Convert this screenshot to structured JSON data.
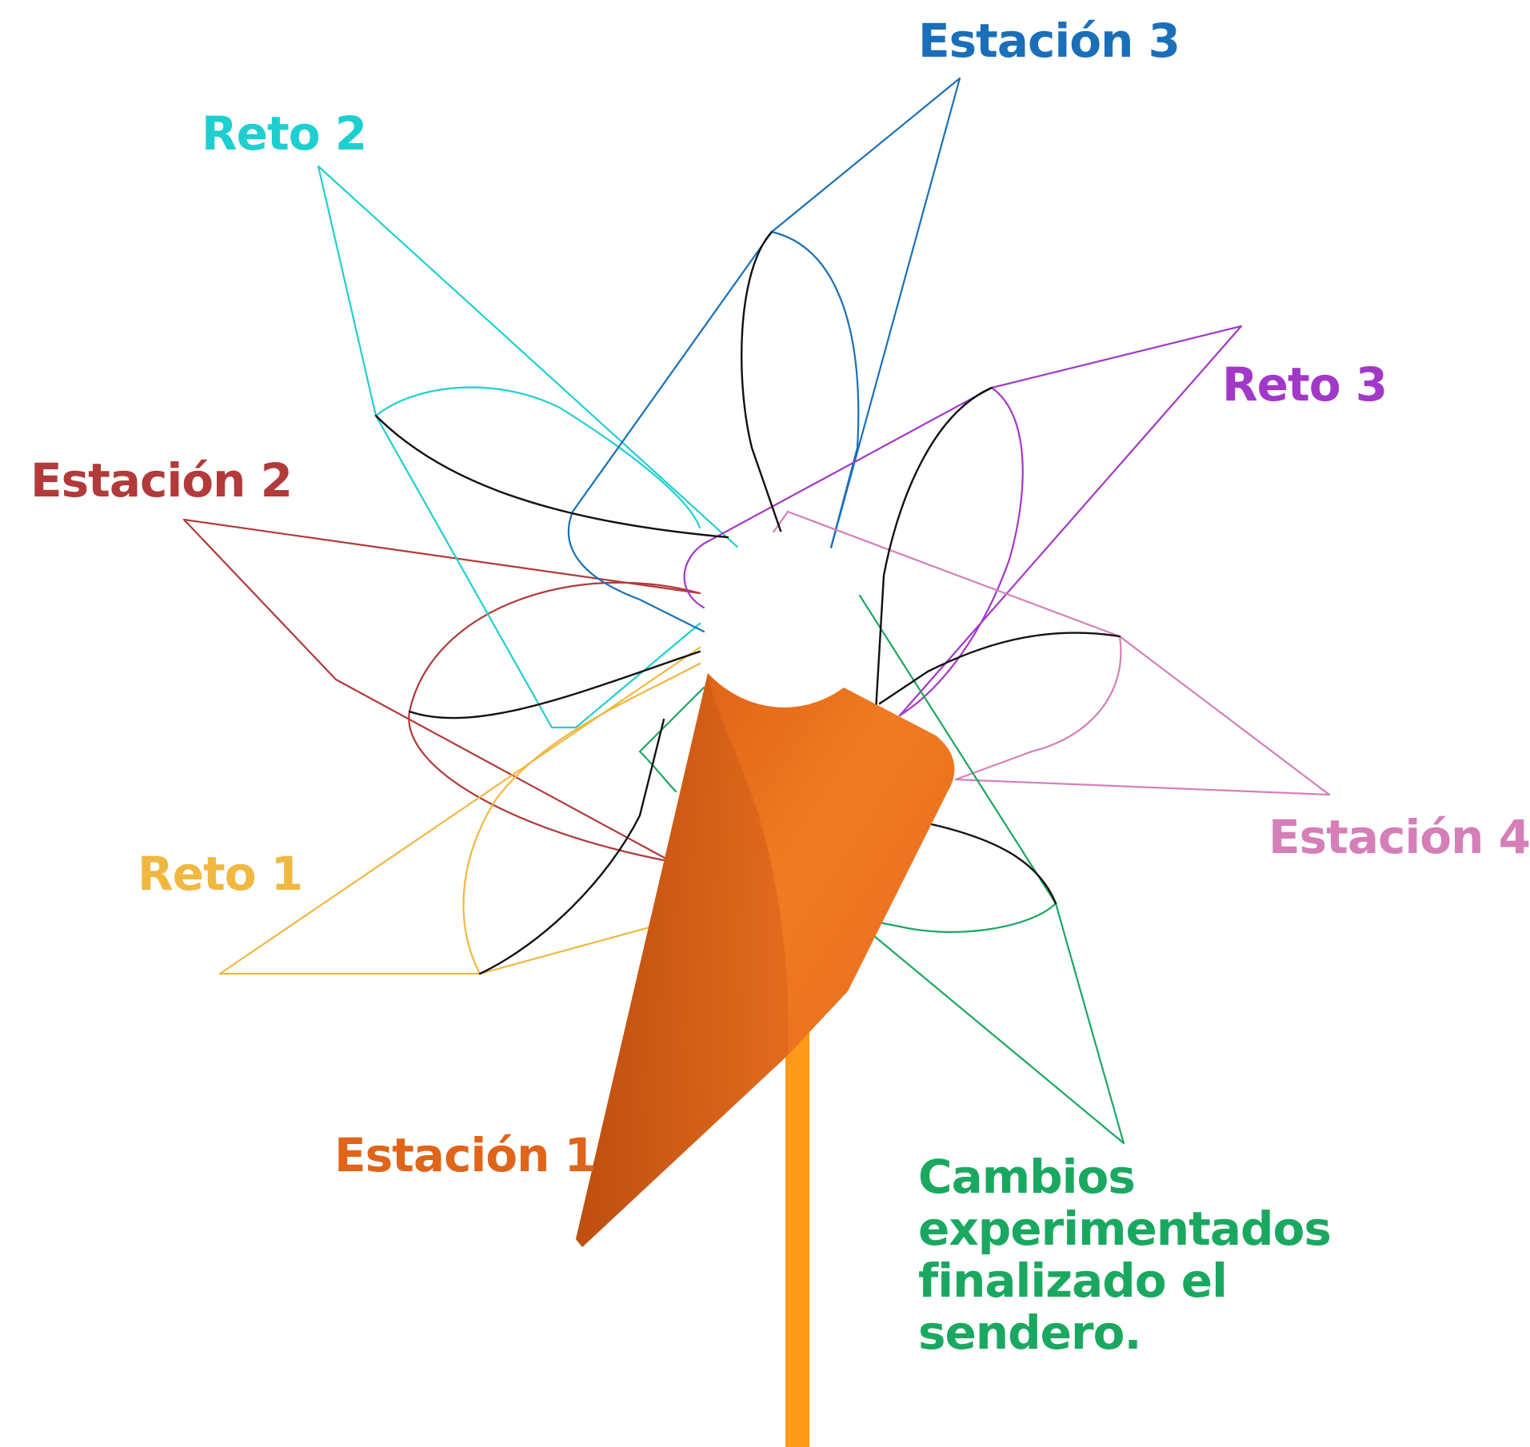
{
  "labels": {
    "estacion_1": "Estación 1",
    "estacion_2": "Estación 2",
    "estacion_3": "Estación 3",
    "estacion_4": "Estación 4",
    "reto_1": "Reto 1",
    "reto_2": "Reto 2",
    "reto_3": "Reto 3",
    "final": "Cambios experimentados finalizado el sendero."
  },
  "colors": {
    "estacion_1": "#e0641a",
    "estacion_2": "#b23a3a",
    "estacion_3": "#1a6fb8",
    "estacion_4": "#d47fb8",
    "reto_1": "#f0b840",
    "reto_2": "#1fcfd0",
    "reto_3": "#a238c8",
    "final": "#1aa860",
    "stick": "#ff9a1a",
    "outline_inner": "#111111"
  }
}
